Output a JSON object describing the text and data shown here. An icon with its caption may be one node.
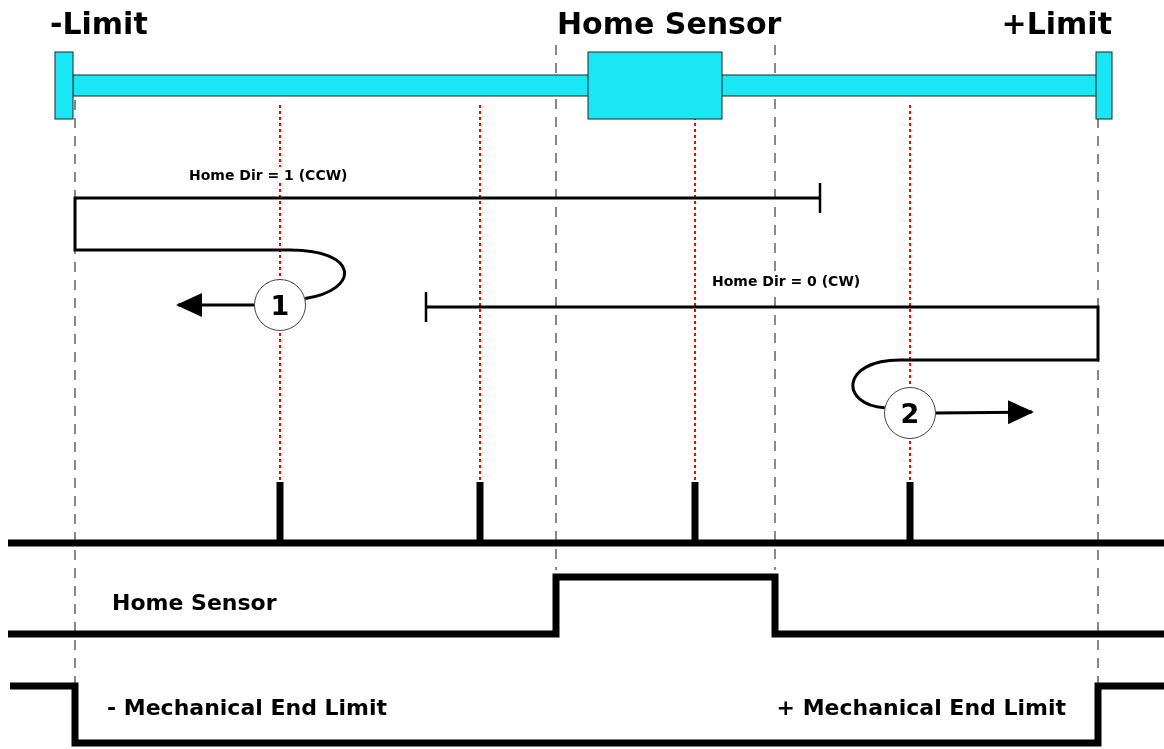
{
  "diagram": {
    "nodes": [
      {
        "text": [
          "1"
        ]
      },
      {
        "text": [
          "2"
        ]
      }
    ],
    "edges": [
      {
        "from": null,
        "to": 0,
        "arrow": "other",
        "label": "Home Dir = 1 (CCW)"
      },
      {
        "from": 0,
        "to": null,
        "arrow": "to"
      },
      {
        "from": null,
        "to": 1,
        "arrow": "other",
        "label": "Home Dir = 0 (CW)"
      },
      {
        "from": 1,
        "to": null,
        "arrow": "to"
      }
    ],
    "labels": [
      "-Limit",
      "Home Sensor",
      "+Limit",
      "Home Sensor",
      "- Mechanical End Limit",
      "+ Mechanical End Limit"
    ]
  }
}
